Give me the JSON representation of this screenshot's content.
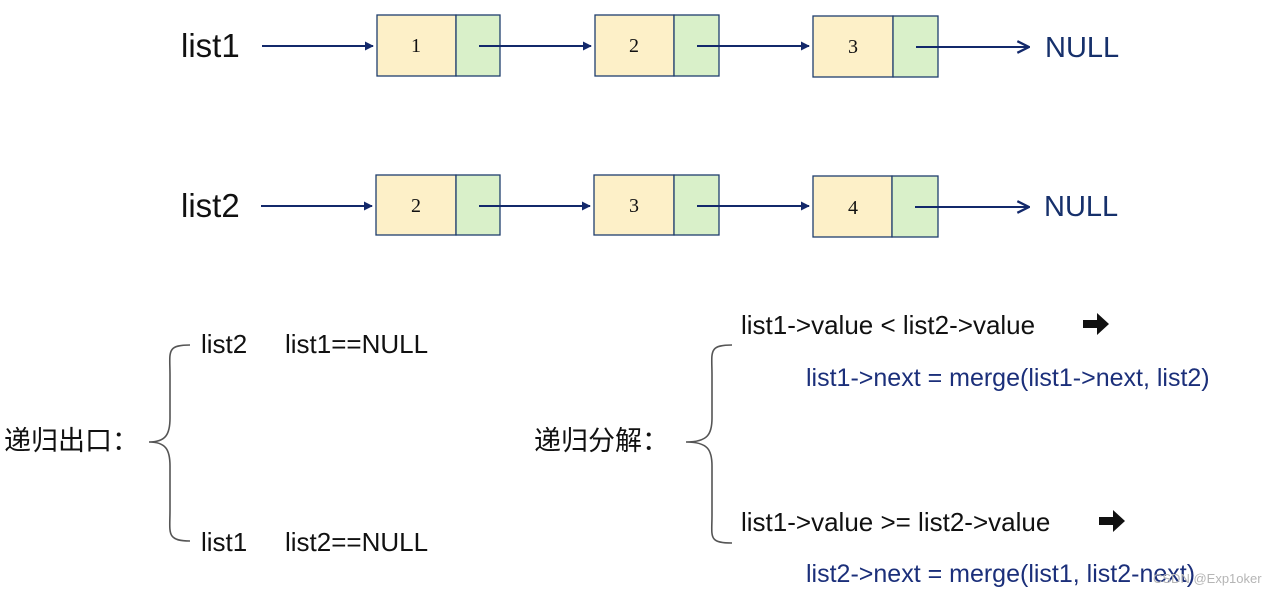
{
  "lists": [
    {
      "label": "list1",
      "values": [
        "1",
        "2",
        "3"
      ],
      "terminal": "NULL"
    },
    {
      "label": "list2",
      "values": [
        "2",
        "3",
        "4"
      ],
      "terminal": "NULL"
    }
  ],
  "base_case": {
    "title": "递归出口：",
    "cases": [
      {
        "result": "list2",
        "condition": "list1==NULL"
      },
      {
        "result": "list1",
        "condition": "list2==NULL"
      }
    ]
  },
  "recursion": {
    "title": "递归分解：",
    "cases": [
      {
        "condition": "list1->value < list2->value",
        "action": "list1->next = merge(list1->next, list2)"
      },
      {
        "condition": "list1->value >= list2->value",
        "action": "list2->next = merge(list1, list2-next)"
      }
    ]
  },
  "watermark": "CSDN @Exp1oker",
  "colors": {
    "value_cell": "#fdf0c8",
    "next_cell": "#d9f0c9",
    "cell_border": "#1f3e6e",
    "arrow": "#13296b",
    "code_text": "#1b2f7a"
  },
  "icons": {
    "implies": "heavy-right-arrow-icon",
    "brace": "left-curly-brace-icon"
  }
}
